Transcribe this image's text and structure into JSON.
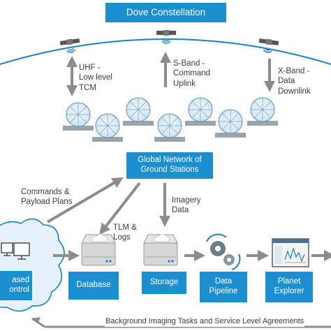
{
  "constellation": {
    "title": "Dove Constellation"
  },
  "links": [
    {
      "id": "uhf",
      "lines": [
        "UHF -",
        "Low level",
        "TCM"
      ]
    },
    {
      "id": "sband",
      "lines": [
        "S-Band -",
        "Command",
        "Uplink"
      ]
    },
    {
      "id": "xband",
      "lines": [
        "X-Band -",
        "Data",
        "Downlink"
      ]
    }
  ],
  "ground_network": {
    "lines": [
      "Global Network of",
      "Ground Stations"
    ]
  },
  "flows": {
    "commands": [
      "Commands &",
      "Payload Plans"
    ],
    "imagery": [
      "Imagery",
      "Data"
    ],
    "tlm": [
      "TLM &",
      "Logs"
    ]
  },
  "cloud": {
    "lines": [
      "ased",
      "ontrol"
    ]
  },
  "pipeline": [
    {
      "id": "database",
      "label": [
        "Database"
      ]
    },
    {
      "id": "storage",
      "label": [
        "Storage"
      ]
    },
    {
      "id": "data-pipeline",
      "label": [
        "Data",
        "Pipeline"
      ]
    },
    {
      "id": "planet-explorer",
      "label": [
        "Planet",
        "Explorer"
      ]
    }
  ],
  "footer": {
    "text": "Background Imaging Tasks and Service Level Agreements"
  },
  "colors": {
    "box": "#1c8fd1",
    "arrow": "#8c8c8c",
    "orbit": "#1c7fc4",
    "cloud": "#e6f2fb"
  }
}
